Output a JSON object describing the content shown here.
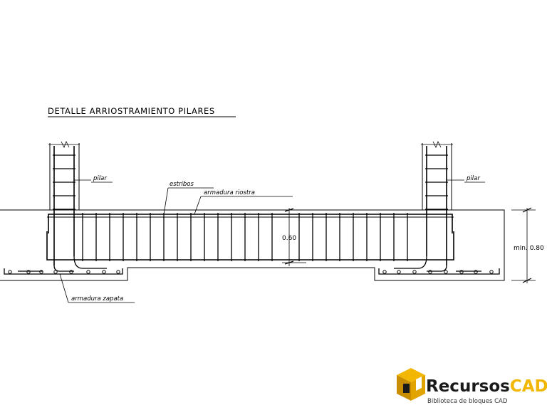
{
  "title": "DETALLE ARRIOSTRAMIENTO PILARES",
  "labels": {
    "pilar_left": "pilar",
    "pilar_right": "pilar",
    "estribos": "estribos",
    "armadura_riostra": "armadura riostra",
    "armadura_zapata": "armadura zapata"
  },
  "dimensions": {
    "riostra_height": "0.60",
    "footing_min": "min. 0.80"
  },
  "logo": {
    "brand_part1": "Recursos",
    "brand_part2": "CAD",
    "tagline": "Biblioteca de bloques CAD"
  },
  "colors": {
    "line": "#000000",
    "logo_dark": "#1a1a1a",
    "logo_accent": "#f2b705",
    "logo_accent_dark": "#c98d00"
  }
}
